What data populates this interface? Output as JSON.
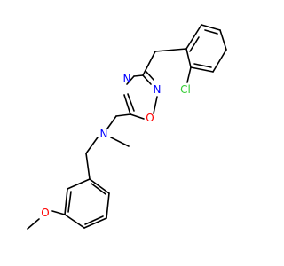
{
  "atoms": {
    "cl": {
      "symbol": "Cl",
      "color": "#33cc33"
    },
    "n_ring_upper": {
      "symbol": "N",
      "color": "#0000ff"
    },
    "n_ring_lower": {
      "symbol": "N",
      "color": "#0000ff"
    },
    "o_ring": {
      "symbol": "O",
      "color": "#ff0000"
    },
    "n_amine": {
      "symbol": "N",
      "color": "#0000ff"
    },
    "o_methoxy": {
      "symbol": "O",
      "color": "#ff0000"
    }
  }
}
